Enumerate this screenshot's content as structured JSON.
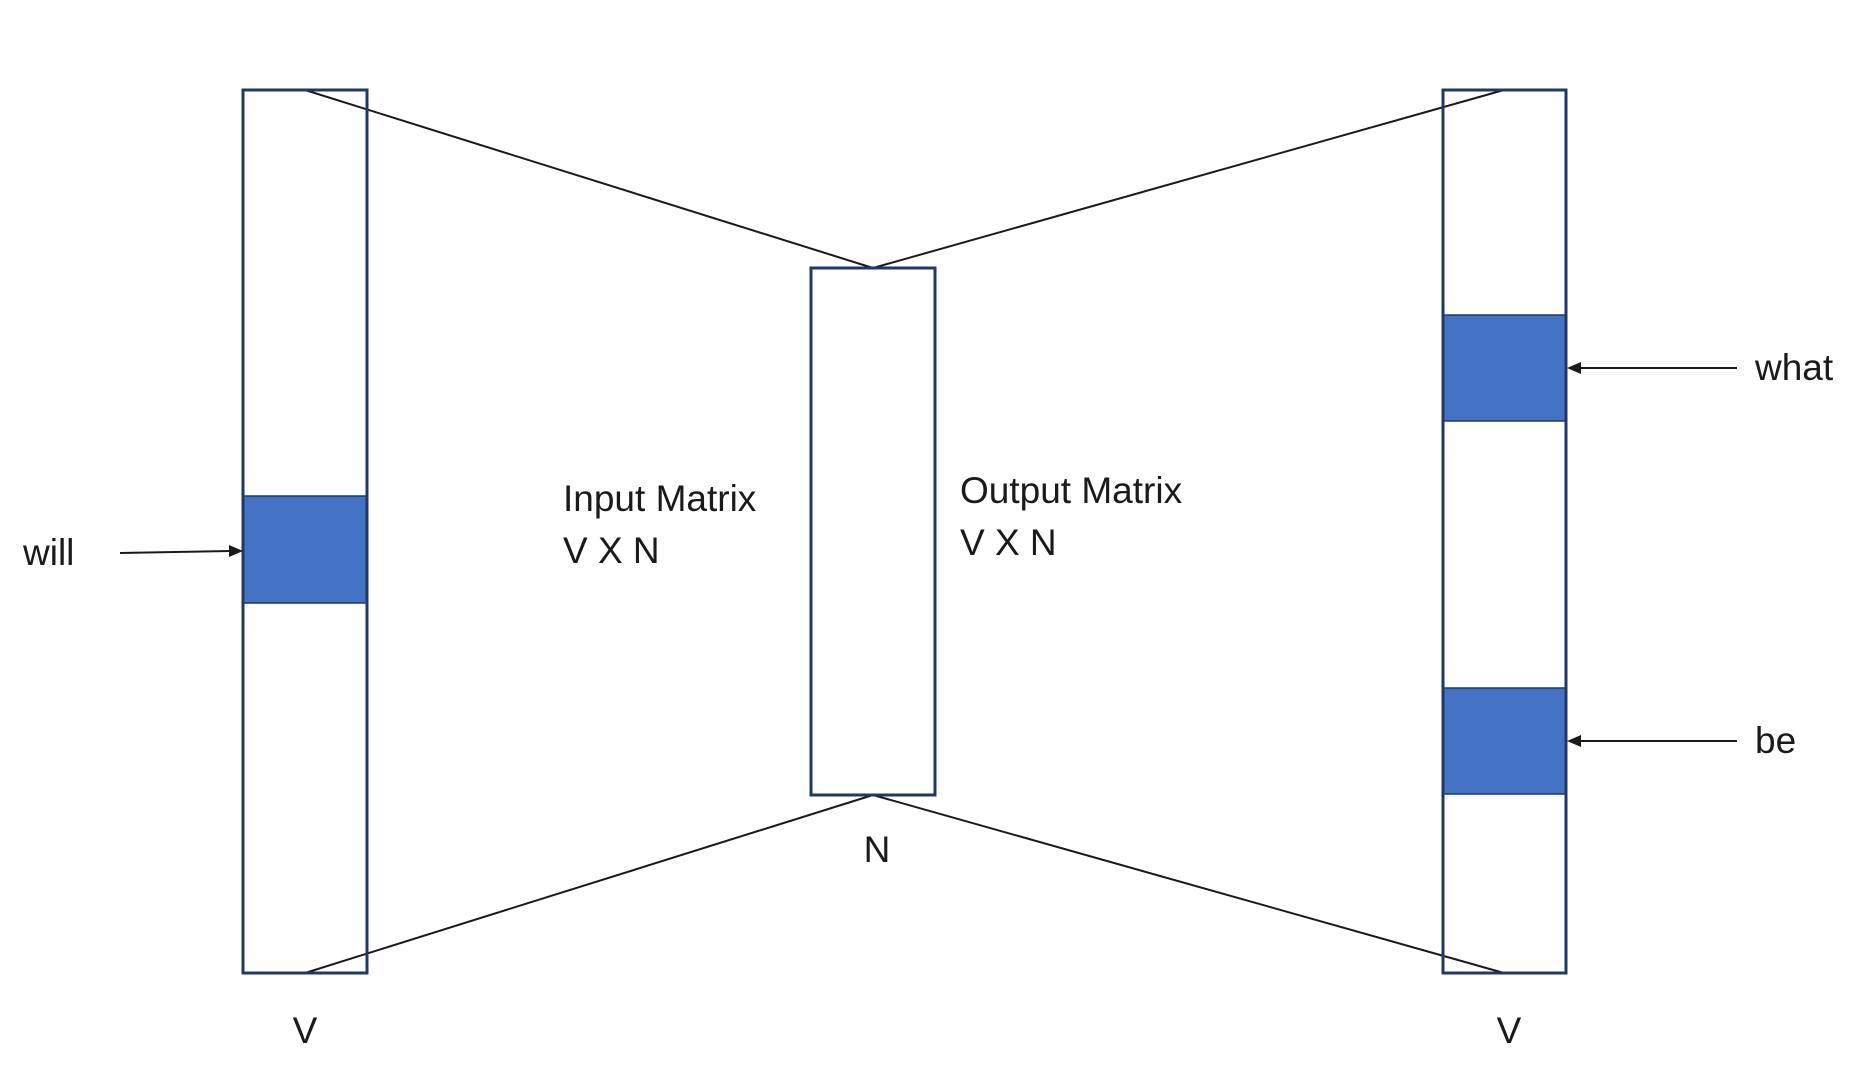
{
  "colors": {
    "highlight": "#4472c4",
    "border": "#1f3864",
    "line": "#1a1a1a",
    "text": "#1a1a1a"
  },
  "labels": {
    "input_word": "will",
    "input_vector": "V",
    "hidden_vector": "N",
    "output_vector": "V",
    "output_word_top": "what",
    "output_word_bottom": "be"
  },
  "input_matrix": {
    "name": "Input Matrix",
    "dims": "V X N"
  },
  "output_matrix": {
    "name": "Output Matrix",
    "dims": "V X N"
  }
}
